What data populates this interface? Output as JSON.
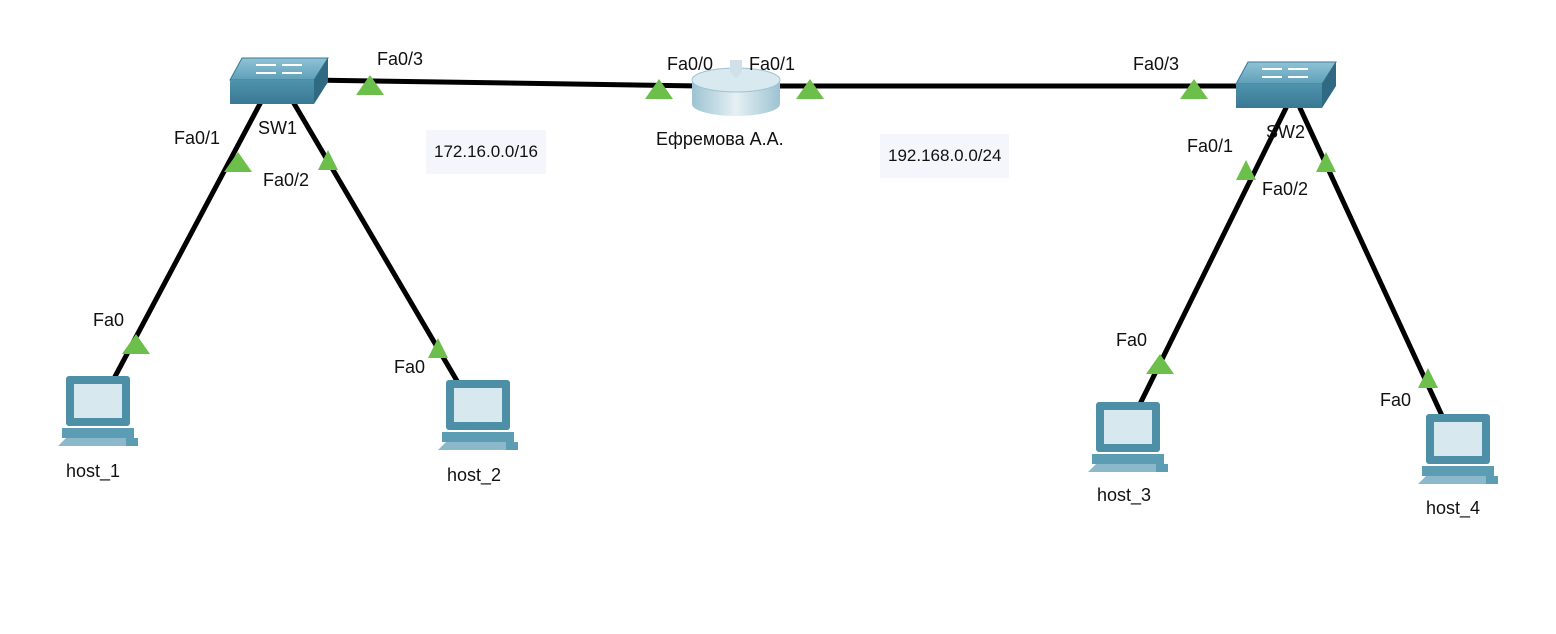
{
  "devices": {
    "sw1": {
      "label": "SW1"
    },
    "sw2": {
      "label": "SW2"
    },
    "router": {
      "label": "Ефремова А.А."
    },
    "host_1": {
      "label": "host_1"
    },
    "host_2": {
      "label": "host_2"
    },
    "host_3": {
      "label": "host_3"
    },
    "host_4": {
      "label": "host_4"
    }
  },
  "networks": {
    "left": "172.16.0.0/16",
    "right": "192.168.0.0/24"
  },
  "ports": {
    "sw1_fa03": "Fa0/3",
    "router_fa00": "Fa0/0",
    "router_fa01": "Fa0/1",
    "sw2_fa03": "Fa0/3",
    "sw1_fa01": "Fa0/1",
    "sw1_fa02": "Fa0/2",
    "host1_fa0": "Fa0",
    "host2_fa0": "Fa0",
    "sw2_fa01": "Fa0/1",
    "sw2_fa02": "Fa0/2",
    "host3_fa0": "Fa0",
    "host4_fa0": "Fa0"
  },
  "colors": {
    "link": "#000000",
    "port_up": "#6cbf4a",
    "switch": "#4a8fa8",
    "pc": "#4c8fa7"
  }
}
